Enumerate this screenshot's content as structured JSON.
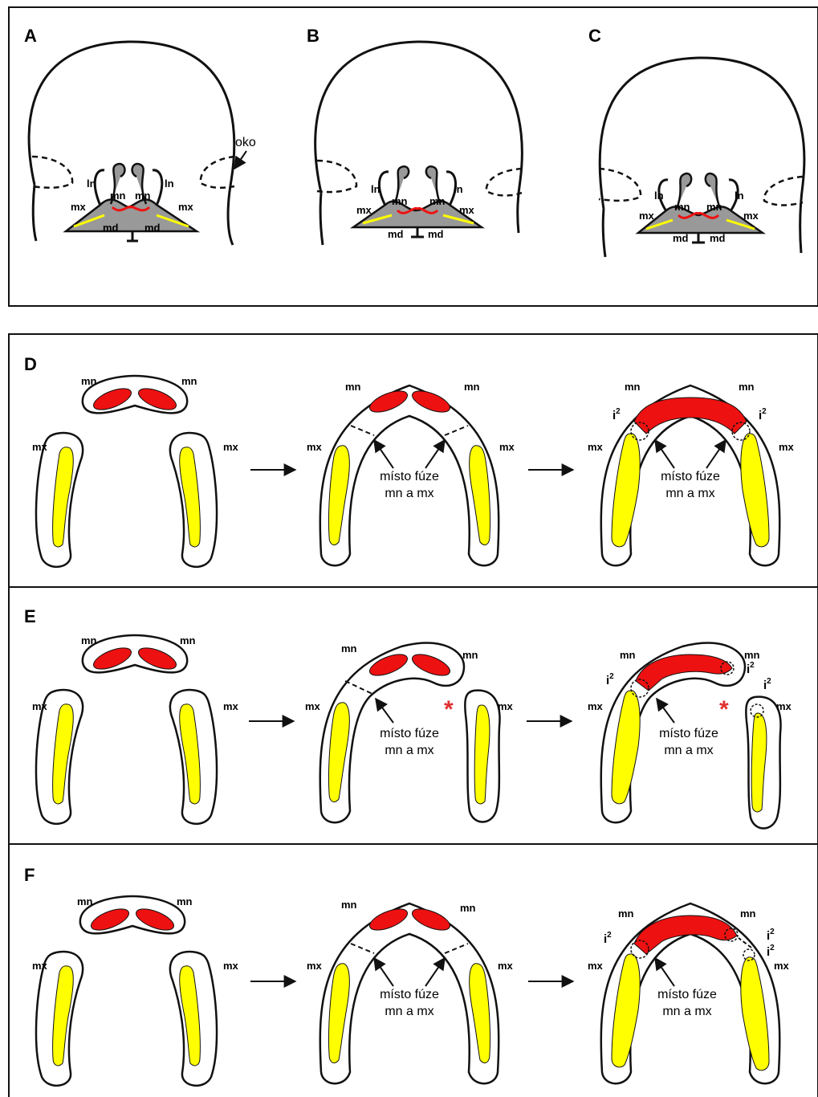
{
  "panels": {
    "A": "A",
    "B": "B",
    "C": "C",
    "D": "D",
    "E": "E",
    "F": "F"
  },
  "labels": {
    "ln": "ln",
    "mn": "mn",
    "mx": "mx",
    "md": "md",
    "i": "i",
    "i_sup": "2",
    "oko": "oko",
    "fusion_line1": "místo fúze",
    "fusion_line2": "mn a mx",
    "asterisk": "*"
  },
  "colors": {
    "outline": "#111111",
    "red": "#ee1111",
    "yellow": "#ffff00",
    "gray": "#999999",
    "asterisk": "#e03030"
  }
}
